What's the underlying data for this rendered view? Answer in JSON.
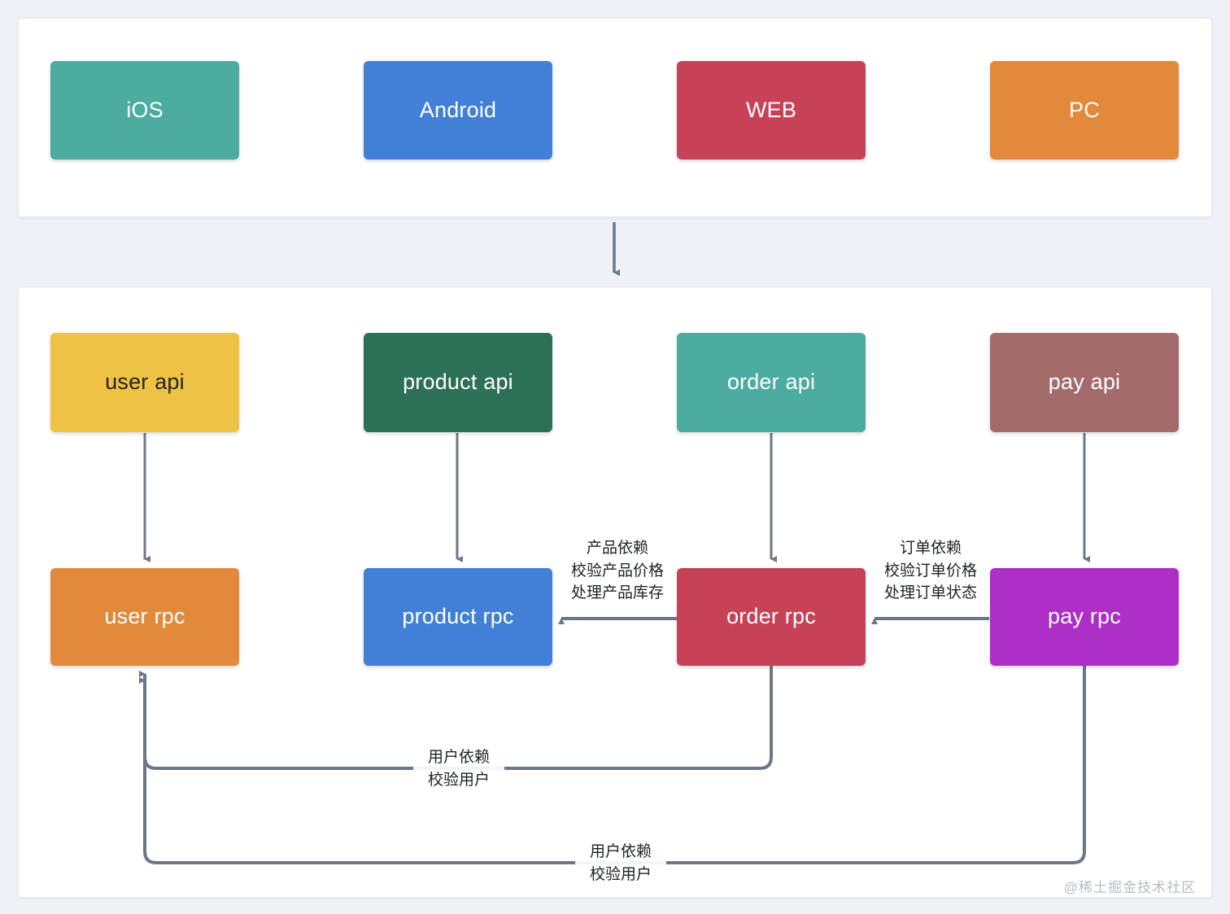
{
  "diagram": {
    "title": "microservice-layered-architecture",
    "background_color": "#eef1f5",
    "panel_color": "#ffffff",
    "wire_color": "#6b7885"
  },
  "clients_panel": {
    "nodes": [
      {
        "id": "ios",
        "label": "iOS",
        "color": "#4CAC9F",
        "text_color": "#ffffff"
      },
      {
        "id": "android",
        "label": "Android",
        "color": "#4180D6",
        "text_color": "#ffffff"
      },
      {
        "id": "web",
        "label": "WEB",
        "color": "#C84257",
        "text_color": "#ffffff"
      },
      {
        "id": "pc",
        "label": "PC",
        "color": "#E2893C",
        "text_color": "#ffffff"
      }
    ]
  },
  "services_panel": {
    "api_nodes": [
      {
        "id": "user-api",
        "label": "user api",
        "color": "#EEC košt",
        "text_color": "#222426"
      },
      {
        "id": "product-api",
        "label": "product api",
        "color": "#2E7055",
        "text_color": "#ffffff"
      },
      {
        "id": "order-api",
        "label": "order api",
        "color": "#4CAC9F",
        "text_color": "#ffffff"
      },
      {
        "id": "pay-api",
        "label": "pay api",
        "color": "#A36B6B",
        "text_color": "#ffffff"
      }
    ],
    "rpc_nodes": [
      {
        "id": "user-rpc",
        "label": "user rpc",
        "color": "#E2893C",
        "text_color": "#ffffff"
      },
      {
        "id": "product-rpc",
        "label": "product rpc",
        "color": "#4180D6",
        "text_color": "#ffffff"
      },
      {
        "id": "order-rpc",
        "label": "order rpc",
        "color": "#C84257",
        "text_color": "#ffffff"
      },
      {
        "id": "pay-rpc",
        "label": "pay rpc",
        "color": "#AE2EC8",
        "text_color": "#ffffff"
      }
    ]
  },
  "edge_labels": {
    "product_dependency": "产品依赖\n校验产品价格\n处理产品库存",
    "order_dependency": "订单依赖\n校验订单价格\n处理订单状态",
    "user_dependency_from_order": "用户依赖\n校验用户",
    "user_dependency_from_pay": "用户依赖\n校验用户"
  },
  "watermark": {
    "text": "@稀土掘金技术社区"
  },
  "colors": {
    "user_api_yellow": "#EEC244"
  }
}
